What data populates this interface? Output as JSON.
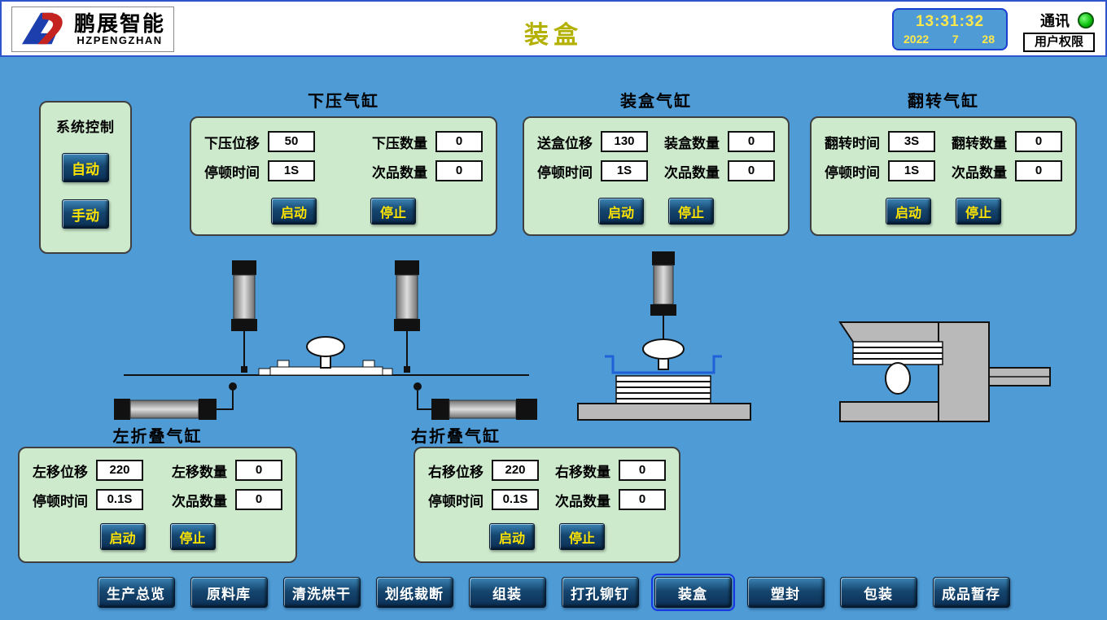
{
  "header": {
    "logo": {
      "title": "鹏展智能",
      "subtitle": "HZPENGZHAN"
    },
    "title": "装盒",
    "clock": {
      "time": "13:31:32",
      "year": "2022",
      "month": "7",
      "day": "28"
    },
    "comm": {
      "label": "通讯",
      "status_icon": "green-circle-indicator"
    },
    "user_btn": "用户权限"
  },
  "system": {
    "title": "系统控制",
    "buttons": {
      "auto": "自动",
      "manual": "手动"
    }
  },
  "panels": [
    {
      "title": "下压气缸",
      "fields": [
        {
          "label": "下压位移",
          "value": "50"
        },
        {
          "label": "下压数量",
          "value": "0"
        },
        {
          "label": "停顿时间",
          "value": "1S"
        },
        {
          "label": "次品数量",
          "value": "0"
        }
      ],
      "start": "启动",
      "stop": "停止"
    },
    {
      "title": "装盒气缸",
      "fields": [
        {
          "label": "送盒位移",
          "value": "130"
        },
        {
          "label": "装盒数量",
          "value": "0"
        },
        {
          "label": "停顿时间",
          "value": "1S"
        },
        {
          "label": "次品数量",
          "value": "0"
        }
      ],
      "start": "启动",
      "stop": "停止"
    },
    {
      "title": "翻转气缸",
      "fields": [
        {
          "label": "翻转时间",
          "value": "3S"
        },
        {
          "label": "翻转数量",
          "value": "0"
        },
        {
          "label": "停顿时间",
          "value": "1S"
        },
        {
          "label": "次品数量",
          "value": "0"
        }
      ],
      "start": "启动",
      "stop": "停止"
    },
    {
      "title": "左折叠气缸",
      "fields": [
        {
          "label": "左移位移",
          "value": "220"
        },
        {
          "label": "左移数量",
          "value": "0"
        },
        {
          "label": "停顿时间",
          "value": "0.1S"
        },
        {
          "label": "次品数量",
          "value": "0"
        }
      ],
      "start": "启动",
      "stop": "停止"
    },
    {
      "title": "右折叠气缸",
      "fields": [
        {
          "label": "右移位移",
          "value": "220"
        },
        {
          "label": "右移数量",
          "value": "0"
        },
        {
          "label": "停顿时间",
          "value": "0.1S"
        },
        {
          "label": "次品数量",
          "value": "0"
        }
      ],
      "start": "启动",
      "stop": "停止"
    }
  ],
  "nav": {
    "items": [
      "生产总览",
      "原料库",
      "清洗烘干",
      "划纸裁断",
      "组装",
      "打孔铆钉",
      "装盒",
      "塑封",
      "包装",
      "成品暂存"
    ],
    "active": "装盒",
    "active_index": 6
  },
  "colors": {
    "background": "#4e9bd6",
    "panel_green": "#cdeacd",
    "button_text_yellow": "#ffe400",
    "nav_text": "#ffffff",
    "title_olive": "#b3b000",
    "clock_text": "#ffe74e",
    "comm_indicator": "#0bbf0b",
    "active_outline": "#1736e4"
  }
}
